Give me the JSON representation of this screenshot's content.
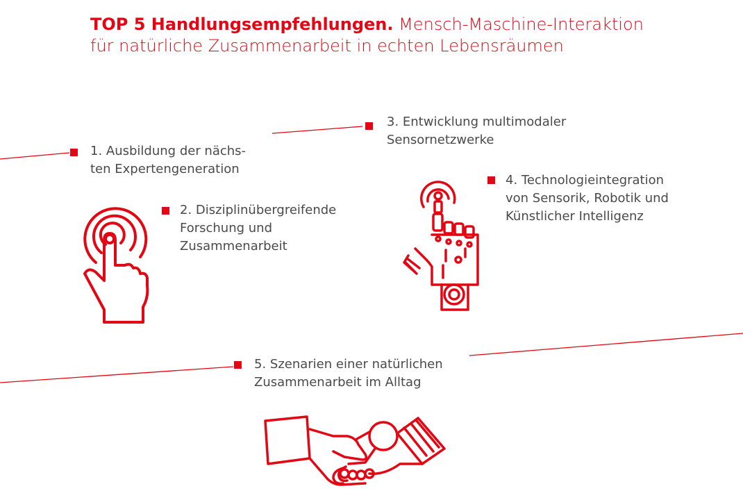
{
  "header": {
    "title_bold": "TOP 5 Handlungsempfehlungen.",
    "title_line1": " Mensch-Maschine-Interaktion",
    "title_line2": "für natürliche Zusammenarbeit in echten Lebensräumen"
  },
  "items": [
    {
      "text": "1. Ausbildung der nächs-\nten Expertengeneration"
    },
    {
      "text": "2. Disziplinübergreifende\nForschung und\nZusammenarbeit"
    },
    {
      "text": "3. Entwicklung multimodaler\nSensornetzwerke"
    },
    {
      "text": "4. Technologieintegration\nvon Sensorik, Robotik und\nKünstlicher Intelligenz"
    },
    {
      "text": "5. Szenarien einer natürlichen\nZusammenarbeit im Alltag"
    }
  ],
  "icons": [
    "touch-hand-icon",
    "robot-hand-icon",
    "handshake-icon"
  ],
  "colors": {
    "accent": "#e30613",
    "text": "#4a4a4a"
  }
}
